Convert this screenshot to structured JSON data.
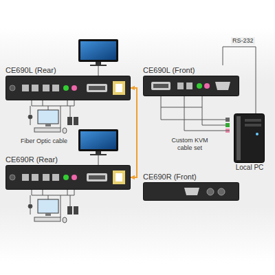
{
  "diagram": {
    "nodes": [
      {
        "text": [
          "CE690L (Rear)"
        ]
      },
      {
        "text": [
          "CE690L (Front)"
        ]
      },
      {
        "text": [
          "CE690R (Rear)"
        ]
      },
      {
        "text": [
          "CE690R (Front)"
        ]
      },
      {
        "text": [
          "Local PC"
        ]
      }
    ],
    "edges": [
      {
        "from": 0,
        "to": 2,
        "arrow": "both",
        "label": "Fiber Optic cable"
      },
      {
        "from": 1,
        "to": 4,
        "arrow": "none",
        "label": "RS-232"
      },
      {
        "from": 1,
        "to": 4,
        "arrow": "none",
        "label": "Custom KVM cable set"
      }
    ]
  }
}
